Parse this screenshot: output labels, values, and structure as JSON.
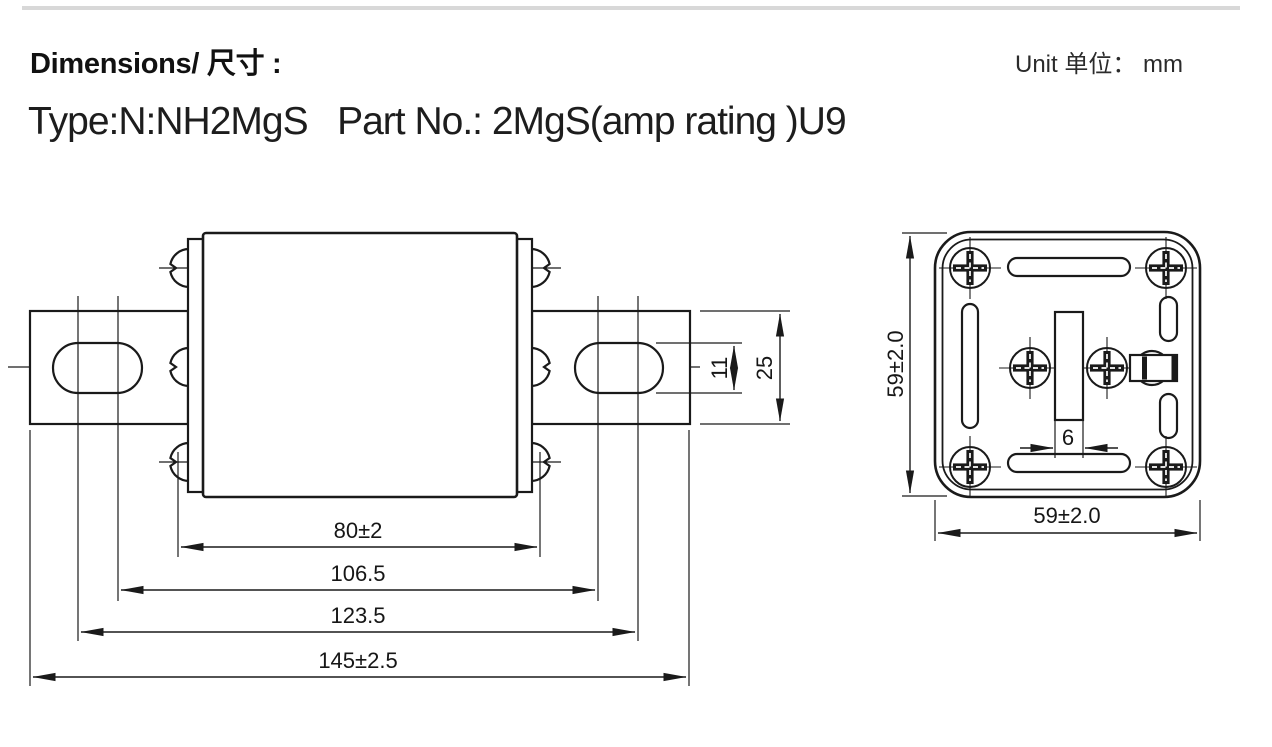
{
  "page": {
    "title": "Dimensions/ 尺寸 :",
    "unit_label": "Unit 单位： mm",
    "type_line": "Type:N:NH2MgS   Part No.: 2MgS(amp rating )U9"
  },
  "side_view": {
    "dims": {
      "body_width": "80±2",
      "mount_span_inner": "106.5",
      "mount_span_outer": "123.5",
      "overall_length": "145±2.5",
      "slot_height": "11",
      "blade_height": "25"
    }
  },
  "end_view": {
    "dims": {
      "height": "59±2.0",
      "width": "59±2.0",
      "blade_thickness": "6"
    }
  },
  "colors": {
    "line": "#1a1a1a",
    "accent_bar": "#d8d8d8",
    "background": "#ffffff"
  }
}
